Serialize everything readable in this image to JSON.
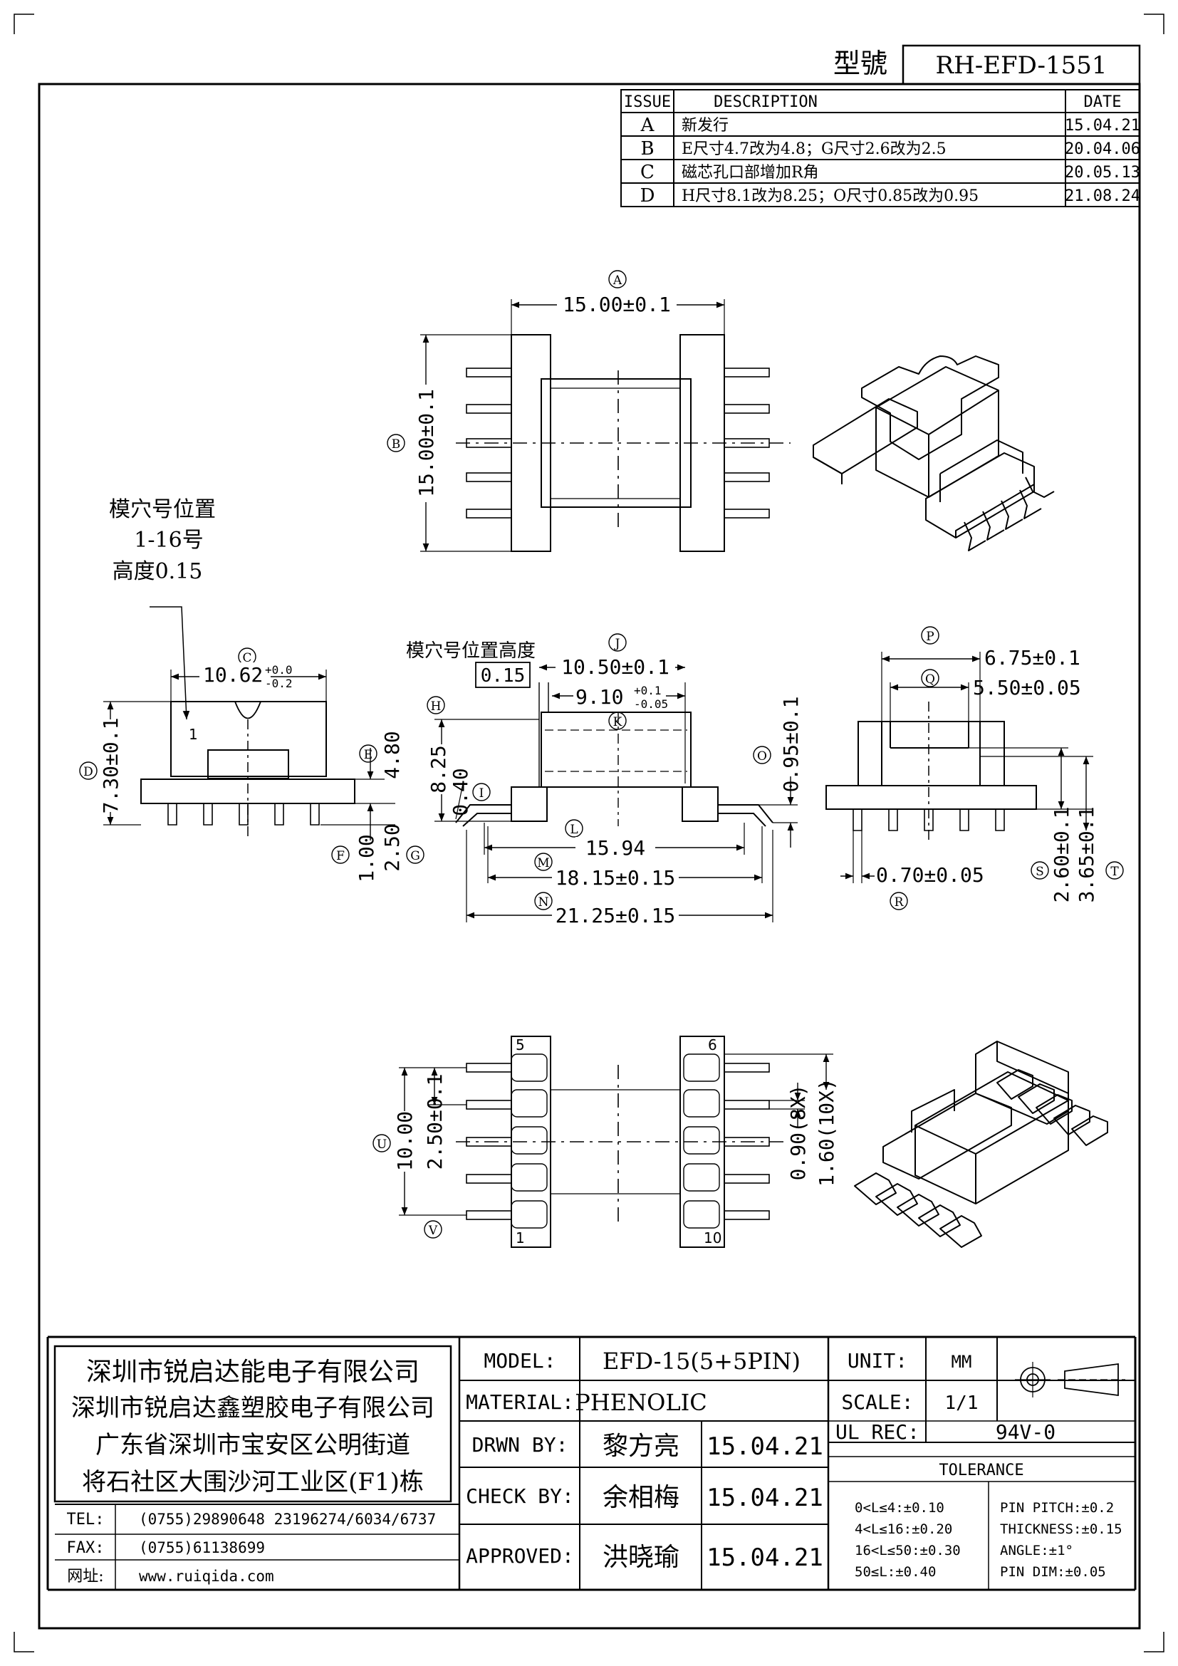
{
  "header": {
    "model_label": "型號",
    "model_no": "RH-EFD-1551"
  },
  "revision_table": {
    "headers": [
      "ISSUE",
      "DESCRIPTION",
      "DATE"
    ],
    "rows": [
      {
        "issue": "A",
        "description": "新发行",
        "date": "15.04.21"
      },
      {
        "issue": "B",
        "description": "E尺寸4.7改为4.8；G尺寸2.6改为2.5",
        "date": "20.04.06"
      },
      {
        "issue": "C",
        "description": "磁芯孔口部增加R角",
        "date": "20.05.13"
      },
      {
        "issue": "D",
        "description": "H尺寸8.1改为8.25；O尺寸0.85改为0.95",
        "date": "21.08.24"
      }
    ]
  },
  "notes": {
    "mold_title": "模穴号位置",
    "mold_range": "1-16号",
    "mold_height": "高度0.15",
    "mold_height_title": "模穴号位置高度",
    "mold_height_value": "0.15",
    "mold_mark": "1"
  },
  "dimensions": {
    "A": {
      "label": "A",
      "value": "15.00±0.1"
    },
    "B": {
      "label": "B",
      "value": "15.00±0.1"
    },
    "C": {
      "label": "C",
      "value": "10.62",
      "tol_upper": "+0.0",
      "tol_lower": "-0.2"
    },
    "D": {
      "label": "D",
      "value": "7.30±0.1"
    },
    "E": {
      "label": "E",
      "value": "4.80"
    },
    "F": {
      "label": "F",
      "value": "1.00"
    },
    "G": {
      "label": "G",
      "value": "2.50"
    },
    "H": {
      "label": "H",
      "value": "8.25"
    },
    "I": {
      "label": "I",
      "value": "0.40"
    },
    "J": {
      "label": "J",
      "value": "10.50±0.1"
    },
    "K": {
      "label": "K",
      "value": "9.10",
      "tol_upper": "+0.1",
      "tol_lower": "-0.05"
    },
    "L": {
      "label": "L",
      "value": "15.94"
    },
    "M": {
      "label": "M",
      "value": "18.15±0.15"
    },
    "N": {
      "label": "N",
      "value": "21.25±0.15"
    },
    "O": {
      "label": "O",
      "value": "0.95±0.1"
    },
    "P": {
      "label": "P",
      "value": "6.75±0.1"
    },
    "Q": {
      "label": "Q",
      "value": "5.50±0.05"
    },
    "R": {
      "label": "R",
      "value": "0.70±0.05"
    },
    "S": {
      "label": "S",
      "value": "2.60±0.1"
    },
    "T": {
      "label": "T",
      "value": "3.65±0.1"
    },
    "U": {
      "label": "U",
      "value": "10.00"
    },
    "V": {
      "label": "V",
      "value": "2.50±0.1"
    },
    "pin_8x": "0.90(8X)",
    "pin_10x": "1.60(10X)"
  },
  "pin_numbers": {
    "p5": "5",
    "p6": "6",
    "p1": "1",
    "p10": "10"
  },
  "company": {
    "name1": "深圳市锐启达能电子有限公司",
    "name2": "深圳市锐启达鑫塑胶电子有限公司",
    "addr1": "广东省深圳市宝安区公明街道",
    "addr2": "将石社区大围沙河工业区(F1)栋",
    "tel_label": "TEL:",
    "tel": "(0755)29890648   23196274/6034/6737",
    "fax_label": "FAX:",
    "fax": "(0755)61138699",
    "web_label": "网址:",
    "web": "www.ruiqida.com"
  },
  "title_block": {
    "model_label": "MODEL:",
    "model": "EFD-15(5+5PIN)",
    "material_label": "MATERIAL:",
    "material": "PHENOLIC",
    "unit_label": "UNIT:",
    "unit": "MM",
    "scale_label": "SCALE:",
    "scale": "1/1",
    "drwn_label": "DRWN BY:",
    "drwn_name": "黎方亮",
    "drwn_date": "15.04.21",
    "check_label": "CHECK BY:",
    "check_name": "余相梅",
    "check_date": "15.04.21",
    "approved_label": "APPROVED:",
    "approved_name": "洪晓瑜",
    "approved_date": "15.04.21",
    "ul_label": "UL REC:",
    "ul_value": "94V-0",
    "tolerance_title": "TOLERANCE",
    "tol_1": "0<L≤4:±0.10",
    "tol_2": "4<L≤16:±0.20",
    "tol_3": "16<L≤50:±0.30",
    "tol_4": "50≤L:±0.40",
    "tol_pitch": "PIN PITCH:±0.2",
    "tol_thickness": "THICKNESS:±0.15",
    "tol_angle": "ANGLE:±1°",
    "tol_pin_dim": "PIN DIM:±0.05"
  }
}
